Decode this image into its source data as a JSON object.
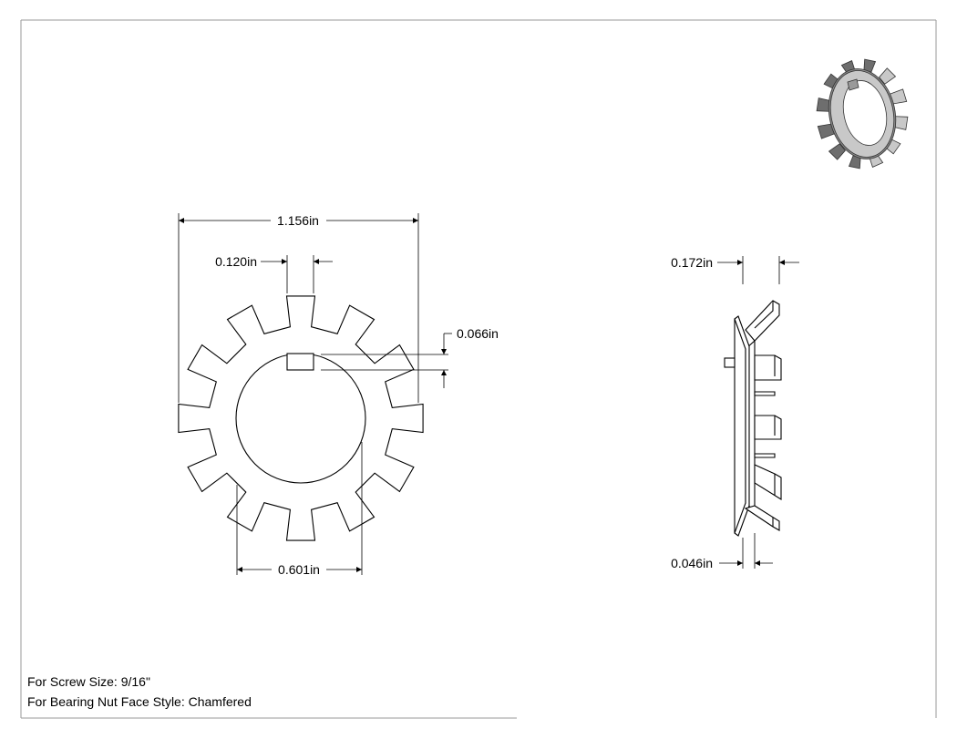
{
  "dimensions": {
    "outer_diameter": "1.156in",
    "tab_width": "0.120in",
    "key_height": "0.066in",
    "inner_diameter": "0.601in",
    "overall_height": "0.172in",
    "thickness": "0.046in"
  },
  "notes": {
    "screw_size": "For Screw Size: 9/16\"",
    "face_style": "For Bearing Nut Face Style: Chamfered"
  },
  "colors": {
    "line": "#000000",
    "iso_face": "#c8c8c8",
    "iso_dark": "#6e6e6e",
    "border": "#9a9a9a"
  }
}
